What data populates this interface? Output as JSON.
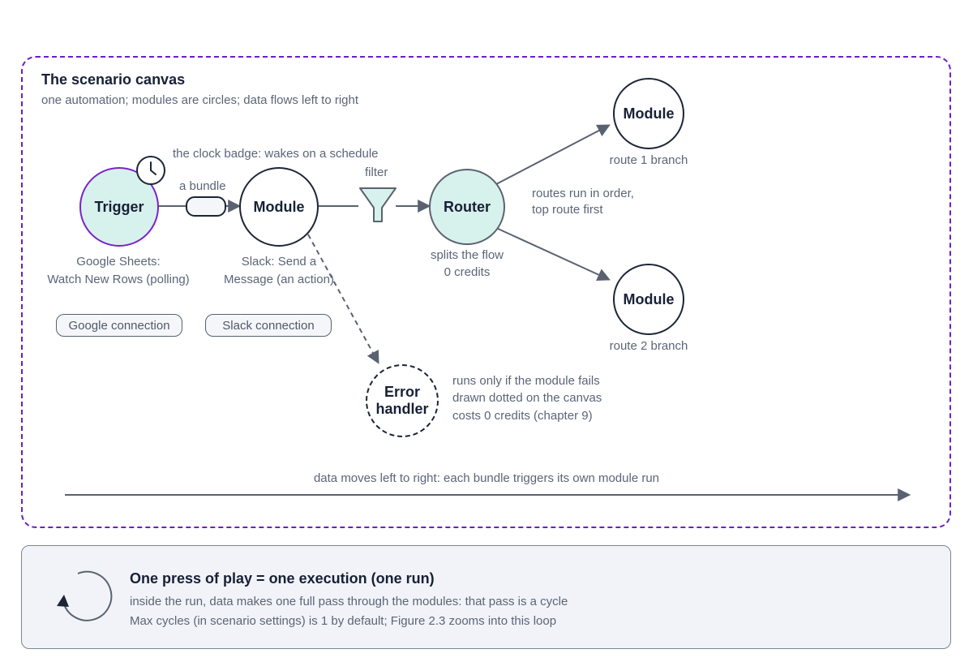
{
  "canvas": {
    "title": "The scenario canvas",
    "subtitle": "one automation; modules are circles; data flows left to right"
  },
  "nodes": {
    "trigger": {
      "label": "Trigger",
      "caption_line1": "Google Sheets:",
      "caption_line2": "Watch New Rows (polling)"
    },
    "module": {
      "label": "Module",
      "caption_line1": "Slack: Send a",
      "caption_line2": "Message (an action)"
    },
    "router": {
      "label": "Router",
      "caption_line1": "splits the flow",
      "caption_line2": "0 credits"
    },
    "route1_module": {
      "label": "Module",
      "caption": "route 1 branch"
    },
    "route2_module": {
      "label": "Module",
      "caption": "route 2 branch"
    },
    "error_handler": {
      "label_line1": "Error",
      "label_line2": "handler",
      "note_line1": "runs only if the module fails",
      "note_line2": "drawn dotted on the canvas",
      "note_line3": "costs 0 credits (chapter 9)"
    }
  },
  "annotations": {
    "clock_badge": "the clock badge: wakes on a schedule",
    "bundle": "a bundle",
    "filter": "filter",
    "routes_order_line1": "routes run in order,",
    "routes_order_line2": "top route first",
    "flow_direction": "data moves left to right: each bundle triggers its own module run"
  },
  "connections": {
    "google": "Google connection",
    "slack": "Slack connection"
  },
  "execution_panel": {
    "title": "One press of play = one execution (one run)",
    "line1": "inside the run, data makes one full pass through the modules: that pass is a cycle",
    "line2": "Max cycles (in scenario settings) is 1 by default; Figure 2.3 zooms into this loop"
  },
  "colors": {
    "frame_border": "#6c1fc4",
    "node_fill_teal": "#d7f1ec",
    "arrow_slate": "#5a6270",
    "text_dark": "#172036",
    "text_muted": "#5b6577"
  },
  "icons": {
    "clock": "clock-icon",
    "filter": "filter-funnel-icon",
    "cycle": "circular-arrow-icon"
  }
}
